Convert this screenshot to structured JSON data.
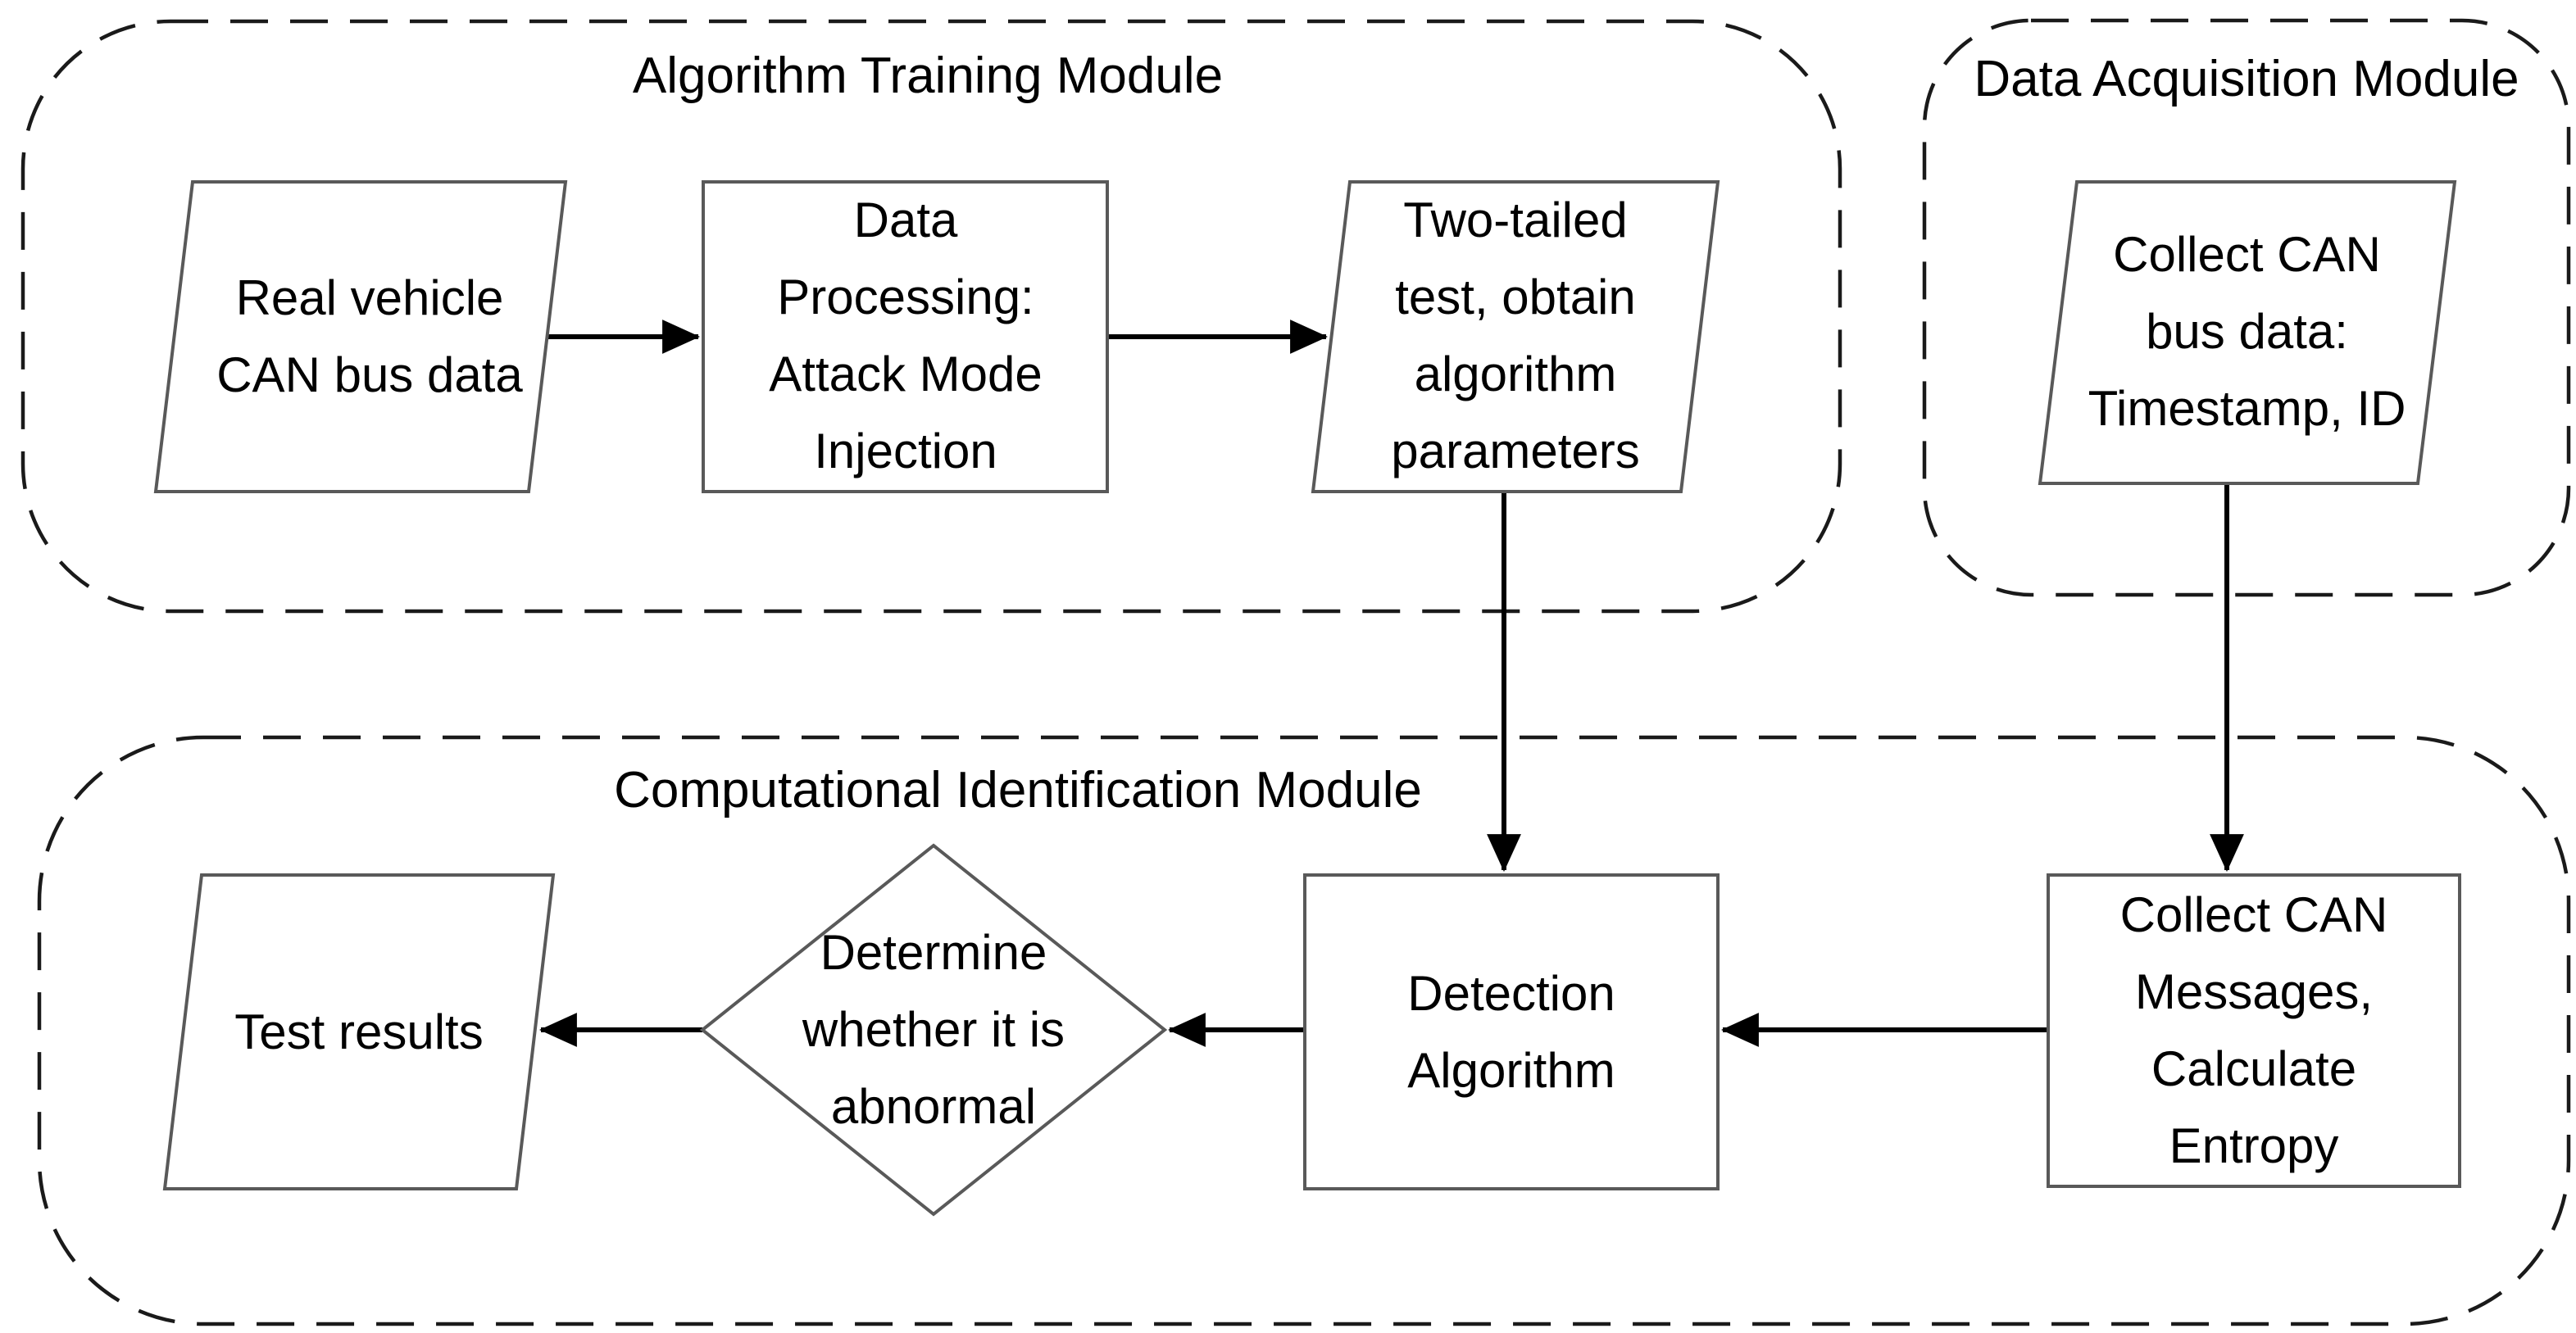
{
  "diagram": {
    "type": "flowchart",
    "background_color": "#ffffff",
    "colors": {
      "container_stroke": "#1a1a1a",
      "node_stroke": "#595959",
      "arrow": "#000000",
      "text": "#000000"
    },
    "modules": {
      "algorithm_training": {
        "title": "Algorithm Training Module"
      },
      "data_acquisition": {
        "title": "Data Acquisition Module"
      },
      "computational_identification": {
        "title": "Computational Identification Module"
      }
    },
    "nodes": {
      "real_vehicle": {
        "shape": "parallelogram",
        "module": "algorithm_training",
        "label": "Real vehicle\nCAN bus data"
      },
      "data_processing": {
        "shape": "rectangle",
        "module": "algorithm_training",
        "label": "Data\nProcessing:\nAttack Mode\nInjection"
      },
      "two_tailed_test": {
        "shape": "parallelogram",
        "module": "algorithm_training",
        "label": "Two-tailed\ntest, obtain\nalgorithm\nparameters"
      },
      "collect_can_bus_data": {
        "shape": "parallelogram",
        "module": "data_acquisition",
        "label": "Collect CAN\nbus data:\nTimestamp, ID"
      },
      "test_results": {
        "shape": "parallelogram",
        "module": "computational_identification",
        "label": "Test results"
      },
      "determine_abnormal": {
        "shape": "diamond",
        "module": "computational_identification",
        "label": "Determine\nwhether it is\nabnormal"
      },
      "detection_algorithm": {
        "shape": "rectangle",
        "module": "computational_identification",
        "label": "Detection\nAlgorithm"
      },
      "collect_can_messages": {
        "shape": "rectangle",
        "module": "computational_identification",
        "label": "Collect CAN\nMessages,\nCalculate\nEntropy"
      }
    },
    "edges": [
      {
        "from": "real_vehicle",
        "to": "data_processing",
        "direction": "right"
      },
      {
        "from": "data_processing",
        "to": "two_tailed_test",
        "direction": "right"
      },
      {
        "from": "two_tailed_test",
        "to": "detection_algorithm",
        "direction": "down"
      },
      {
        "from": "collect_can_bus_data",
        "to": "collect_can_messages",
        "direction": "down"
      },
      {
        "from": "collect_can_messages",
        "to": "detection_algorithm",
        "direction": "left"
      },
      {
        "from": "detection_algorithm",
        "to": "determine_abnormal",
        "direction": "left"
      },
      {
        "from": "determine_abnormal",
        "to": "test_results",
        "direction": "left"
      }
    ]
  }
}
